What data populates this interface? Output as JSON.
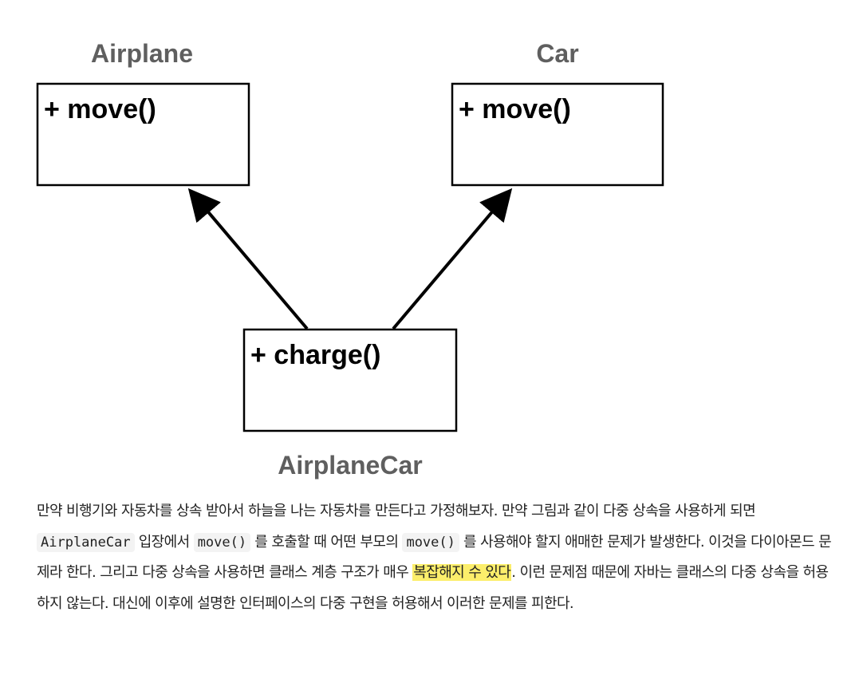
{
  "diagram": {
    "classes": [
      {
        "id": "airplane",
        "name": "Airplane",
        "method": "+ move()"
      },
      {
        "id": "car",
        "name": "Car",
        "method": "+ move()"
      },
      {
        "id": "airplanecar",
        "name": "AirplaneCar",
        "method": "+ charge()"
      }
    ],
    "colors": {
      "class_name": "#5f5f5f",
      "box_border": "#000000",
      "arrow": "#000000",
      "highlight": "#fcee6b"
    }
  },
  "text": {
    "s1": "만약 비행기와 자동차를 상속 받아서 하늘을 나는 자동차를 만든다고 가정해보자. 만약 그림과 같이 다중 상속을 사용하게 되면 ",
    "code1": "AirplaneCar",
    "s2": " 입장에서 ",
    "code2": "move()",
    "s3": " 를 호출할 때 어떤 부모의 ",
    "code3": "move()",
    "s4": " 를 사용해야 할지 애매한 문제가 발생한다. 이것을 다이아몬드 문제라 한다. 그리고 다중 상속을 사용하면 클래스 계층 구조가 매우 ",
    "highlight": "복잡해지 수 있다",
    "s5": ". 이런 문제점 때문에 자바는 클래스의 다중 상속을 허용하지 않는다. 대신에 이후에 설명한 인터페이스의 다중 구현을 허용해서 이러한 문제를 피한다."
  }
}
